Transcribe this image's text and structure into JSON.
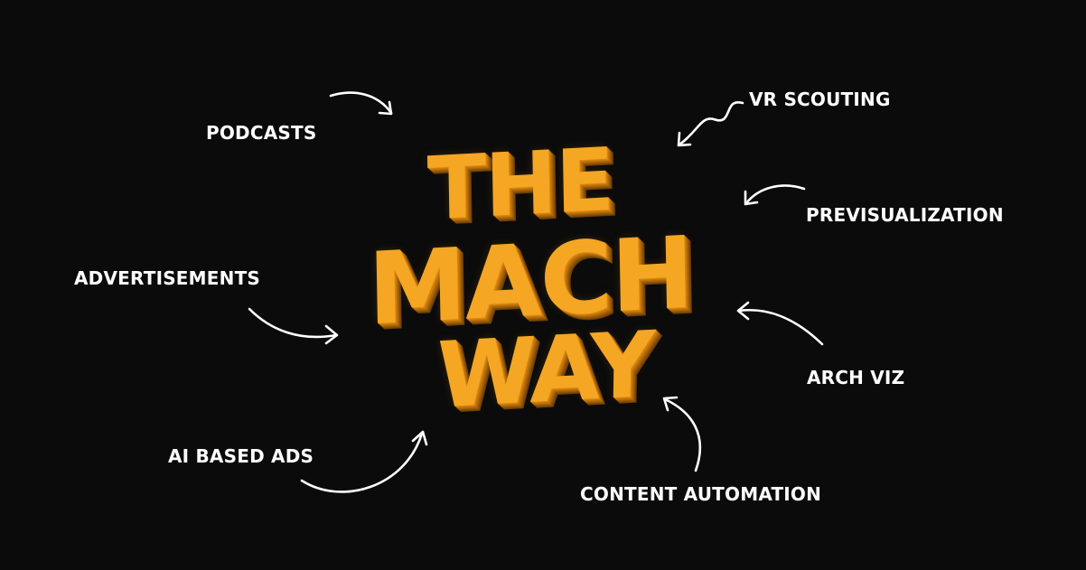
{
  "hero": {
    "line1": "THE",
    "line2": "MACH",
    "line3": "WAY"
  },
  "labels": {
    "podcasts": "PODCASTS",
    "vr_scouting": "VR SCOUTING",
    "previsualization": "PREVISUALIZATION",
    "advertisements": "ADVERTISEMENTS",
    "arch_viz": "ARCH VIZ",
    "ai_based_ads": "AI BASED ADS",
    "content_automation": "CONTENT AUTOMATION"
  },
  "colors": {
    "background": "#0b0b0b",
    "text": "#ffffff",
    "accent": "#f5a623"
  }
}
